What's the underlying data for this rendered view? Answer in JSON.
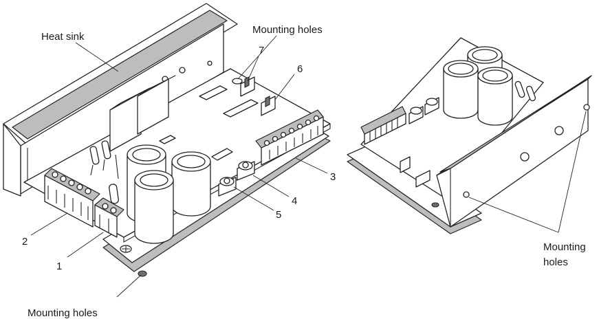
{
  "labels": {
    "heat_sink": "Heat sink",
    "mounting_holes_top": "Mounting holes",
    "mounting_holes_bottom": "Mounting holes",
    "mounting_holes_right_line1": "Mounting",
    "mounting_holes_right_line2": "holes"
  },
  "callouts": {
    "c1": "1",
    "c2": "2",
    "c3": "3",
    "c4": "4",
    "c5": "5",
    "c6": "6",
    "c7": "7"
  }
}
